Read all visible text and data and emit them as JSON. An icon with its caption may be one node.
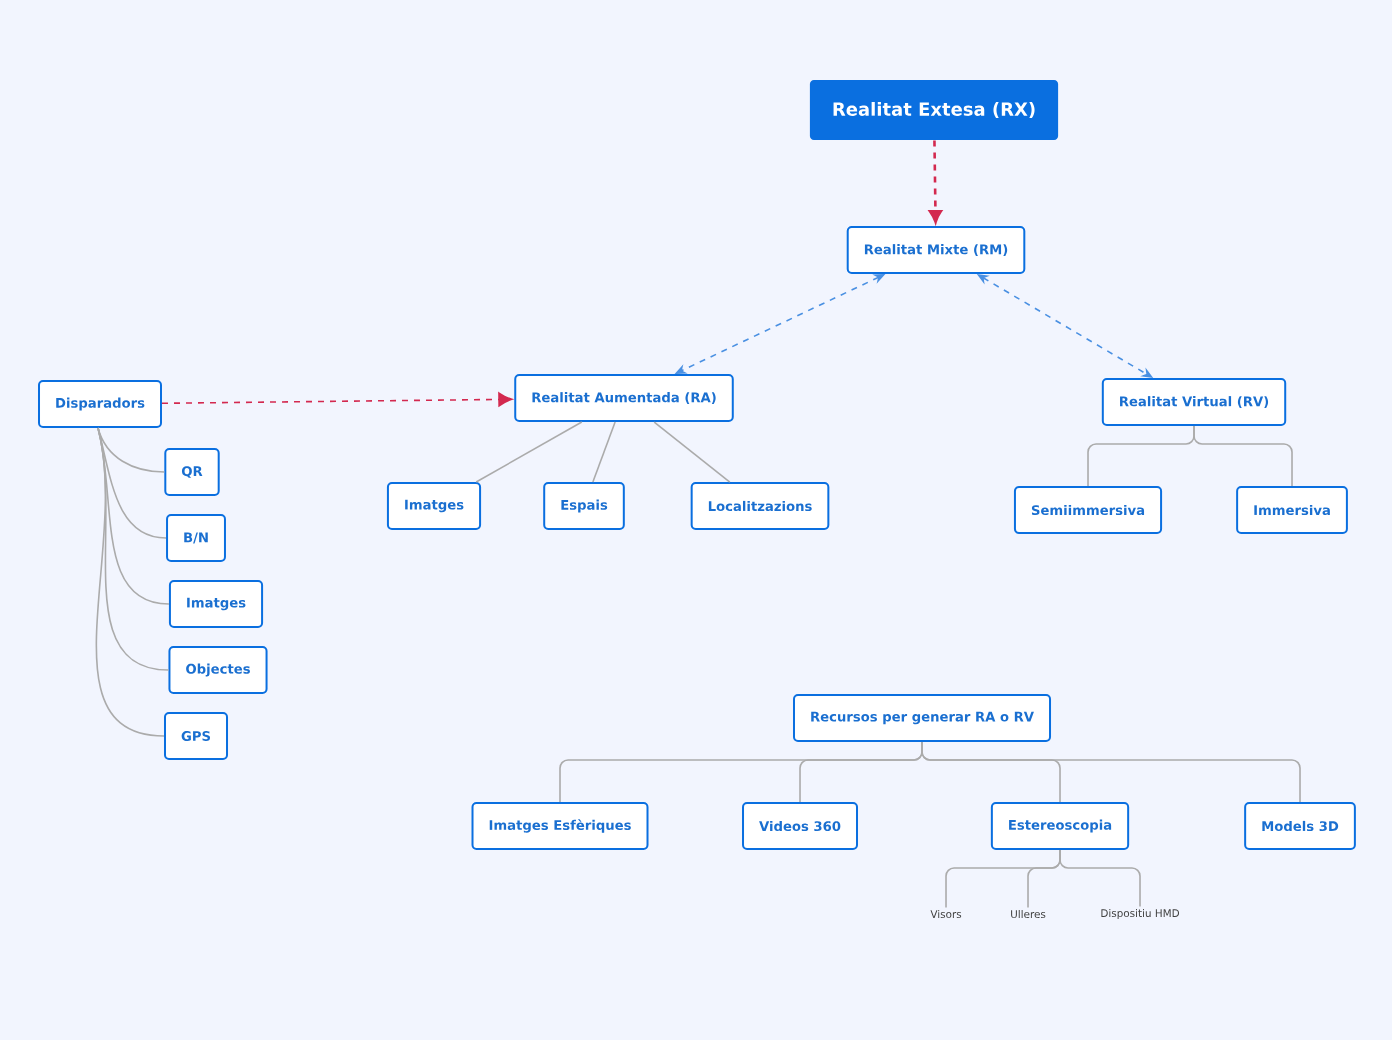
{
  "diagram": {
    "nodes": [
      {
        "text": [
          "Realitat Extesa (RX)"
        ]
      },
      {
        "text": [
          "Realitat Mixte (RM)"
        ]
      },
      {
        "text": [
          "Disparadors"
        ]
      },
      {
        "text": [
          "Realitat Aumentada (RA)"
        ]
      },
      {
        "text": [
          "Realitat Virtual (RV)"
        ]
      },
      {
        "text": [
          "Imatges"
        ]
      },
      {
        "text": [
          "Espais"
        ]
      },
      {
        "text": [
          "Localitzazions"
        ]
      },
      {
        "text": [
          "QR"
        ]
      },
      {
        "text": [
          "B/N"
        ]
      },
      {
        "text": [
          "Imatges"
        ]
      },
      {
        "text": [
          "Objectes"
        ]
      },
      {
        "text": [
          "GPS"
        ]
      },
      {
        "text": [
          "Semiimmersiva"
        ]
      },
      {
        "text": [
          "Immersiva"
        ]
      },
      {
        "text": [
          "Recursos per generar RA o RV"
        ]
      },
      {
        "text": [
          "Imatges Esfèriques"
        ]
      },
      {
        "text": [
          "Videos 360"
        ]
      },
      {
        "text": [
          "Estereoscopia"
        ]
      },
      {
        "text": [
          "Models 3D"
        ]
      },
      {
        "text": [
          "Visors"
        ]
      },
      {
        "text": [
          "Ulleres"
        ]
      },
      {
        "text": [
          "Dispositiu HMD"
        ]
      }
    ],
    "edges": [
      {
        "from": 0,
        "to": 1,
        "arrow": "to",
        "style": "dashed",
        "color": "#d3294f"
      },
      {
        "from": 1,
        "to": 3,
        "arrow": "both",
        "style": "dashed",
        "color": "#4a90e2"
      },
      {
        "from": 1,
        "to": 4,
        "arrow": "both",
        "style": "dashed",
        "color": "#4a90e2"
      },
      {
        "from": 2,
        "to": 3,
        "arrow": "to",
        "style": "dashed",
        "color": "#d3294f"
      },
      {
        "from": 3,
        "to": 5,
        "arrow": "none"
      },
      {
        "from": 3,
        "to": 6,
        "arrow": "none"
      },
      {
        "from": 3,
        "to": 7,
        "arrow": "none"
      },
      {
        "from": 2,
        "to": 8,
        "arrow": "none"
      },
      {
        "from": 2,
        "to": 9,
        "arrow": "none"
      },
      {
        "from": 2,
        "to": 10,
        "arrow": "none"
      },
      {
        "from": 2,
        "to": 11,
        "arrow": "none"
      },
      {
        "from": 2,
        "to": 12,
        "arrow": "none"
      },
      {
        "from": 4,
        "to": 13,
        "arrow": "none"
      },
      {
        "from": 4,
        "to": 14,
        "arrow": "none"
      },
      {
        "from": 15,
        "to": 16,
        "arrow": "none"
      },
      {
        "from": 15,
        "to": 17,
        "arrow": "none"
      },
      {
        "from": 15,
        "to": 18,
        "arrow": "none"
      },
      {
        "from": 15,
        "to": 19,
        "arrow": "none"
      },
      {
        "from": 18,
        "to": 20,
        "arrow": "none"
      },
      {
        "from": 18,
        "to": 21,
        "arrow": "none"
      },
      {
        "from": 18,
        "to": 22,
        "arrow": "none"
      }
    ]
  }
}
